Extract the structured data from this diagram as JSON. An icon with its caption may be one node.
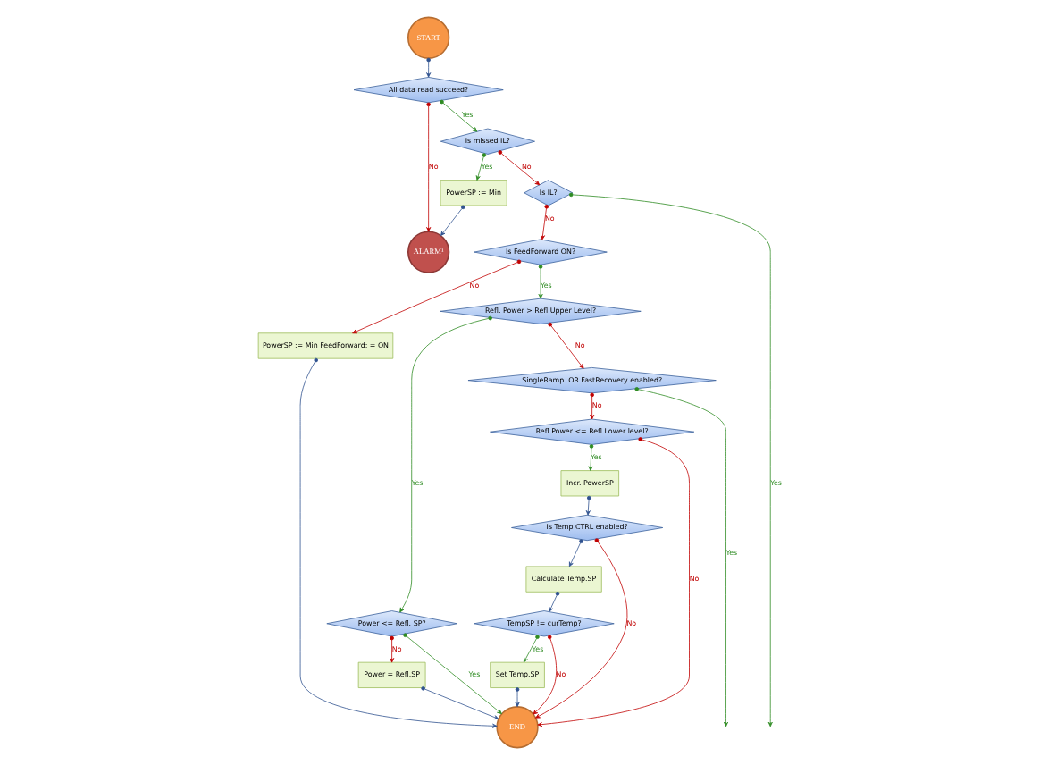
{
  "diagram": {
    "nodes": [
      {
        "text": [
          "Is Temp CTRL enabled?"
        ]
      },
      {
        "text": [
          "Calculate Temp.SP"
        ]
      },
      {
        "text": [
          "TempSP != curTemp?"
        ]
      },
      {
        "text": [
          "Set Temp.SP"
        ]
      },
      {
        "text": [
          "Incr. PowerSP"
        ]
      },
      {
        "text": [
          "Power = Refl.SP"
        ]
      },
      {
        "text": [
          "END"
        ]
      },
      {
        "text": [
          "ALARM¹"
        ]
      },
      {
        "text": [
          "START"
        ]
      },
      {
        "text": [
          "Refl.Power <= Refl.Lower level?"
        ]
      },
      {
        "text": [
          "Power <= Refl. SP?"
        ]
      },
      {
        "text": [
          "PowerSP := Min FeedForward: = ON"
        ]
      },
      {
        "text": [
          "PowerSP := Min"
        ]
      },
      {
        "text": [
          "All data read succeed?"
        ]
      },
      {
        "text": [
          "SingleRamp. OR FastRecovery enabled?"
        ]
      },
      {
        "text": [
          "Refl. Power > Refl.Upper Level?"
        ]
      },
      {
        "text": [
          "Is FeedForward ON?"
        ]
      },
      {
        "text": [
          "Is IL?"
        ]
      },
      {
        "text": [
          "Is missed IL?"
        ]
      }
    ],
    "edges": [
      {
        "from": 0,
        "to": 1,
        "arrow": "to",
        "color": "#2f528f"
      },
      {
        "from": 1,
        "to": 2,
        "arrow": "to",
        "color": "#2f528f"
      },
      {
        "from": 2,
        "to": 3,
        "arrow": "to",
        "label": "Yes",
        "color": "#2e8b22"
      },
      {
        "from": 2,
        "to": 6,
        "arrow": "to",
        "label": "No",
        "color": "#c00000"
      },
      {
        "from": 3,
        "to": 6,
        "arrow": "to",
        "color": "#2f528f"
      },
      {
        "from": 0,
        "to": 6,
        "arrow": "to",
        "label": "No",
        "color": "#c00000"
      },
      {
        "from": 9,
        "to": 6,
        "arrow": "to",
        "label": "No",
        "color": "#c00000"
      },
      {
        "from": 4,
        "to": 0,
        "arrow": "to",
        "color": "#2f528f"
      },
      {
        "from": 5,
        "to": 6,
        "arrow": "to",
        "color": "#2f528f"
      },
      {
        "from": 10,
        "to": 5,
        "arrow": "to",
        "label": "No",
        "color": "#c00000"
      },
      {
        "from": 10,
        "to": 6,
        "arrow": "to",
        "label": "Yes",
        "color": "#2e8b22"
      },
      {
        "from": 11,
        "to": 6,
        "arrow": "to",
        "color": "#2f528f"
      },
      {
        "from": 12,
        "to": 7,
        "arrow": "to",
        "color": "#2f528f"
      },
      {
        "from": 13,
        "to": 7,
        "arrow": "to",
        "label": "No",
        "color": "#c00000"
      },
      {
        "from": 8,
        "to": 13,
        "arrow": "to",
        "color": "#2f528f"
      },
      {
        "from": 13,
        "to": 18,
        "arrow": "to",
        "label": "Yes",
        "color": "#2e8b22"
      },
      {
        "from": 18,
        "to": 12,
        "arrow": "to",
        "label": "Yes",
        "color": "#2e8b22"
      },
      {
        "from": 18,
        "to": 17,
        "arrow": "to",
        "label": "No",
        "color": "#c00000"
      },
      {
        "from": 17,
        "to": 16,
        "arrow": "to",
        "label": "No",
        "color": "#c00000"
      },
      {
        "from": 17,
        "to": null,
        "arrow": "to",
        "label": "Yes",
        "color": "#2e8b22"
      },
      {
        "from": 16,
        "to": 11,
        "arrow": "to",
        "label": "No",
        "color": "#c00000"
      },
      {
        "from": 16,
        "to": 15,
        "arrow": "to",
        "label": "Yes",
        "color": "#2e8b22"
      },
      {
        "from": 15,
        "to": 10,
        "arrow": "to",
        "label": "Yes",
        "color": "#2e8b22"
      },
      {
        "from": 15,
        "to": 14,
        "arrow": "to",
        "label": "No",
        "color": "#c00000"
      },
      {
        "from": 14,
        "to": 9,
        "arrow": "to",
        "label": "No",
        "color": "#c00000"
      },
      {
        "from": 14,
        "to": null,
        "arrow": "to",
        "label": "Yes",
        "color": "#2e8b22"
      },
      {
        "from": 9,
        "to": 4,
        "arrow": "to",
        "label": "Yes",
        "color": "#2e8b22"
      }
    ]
  }
}
